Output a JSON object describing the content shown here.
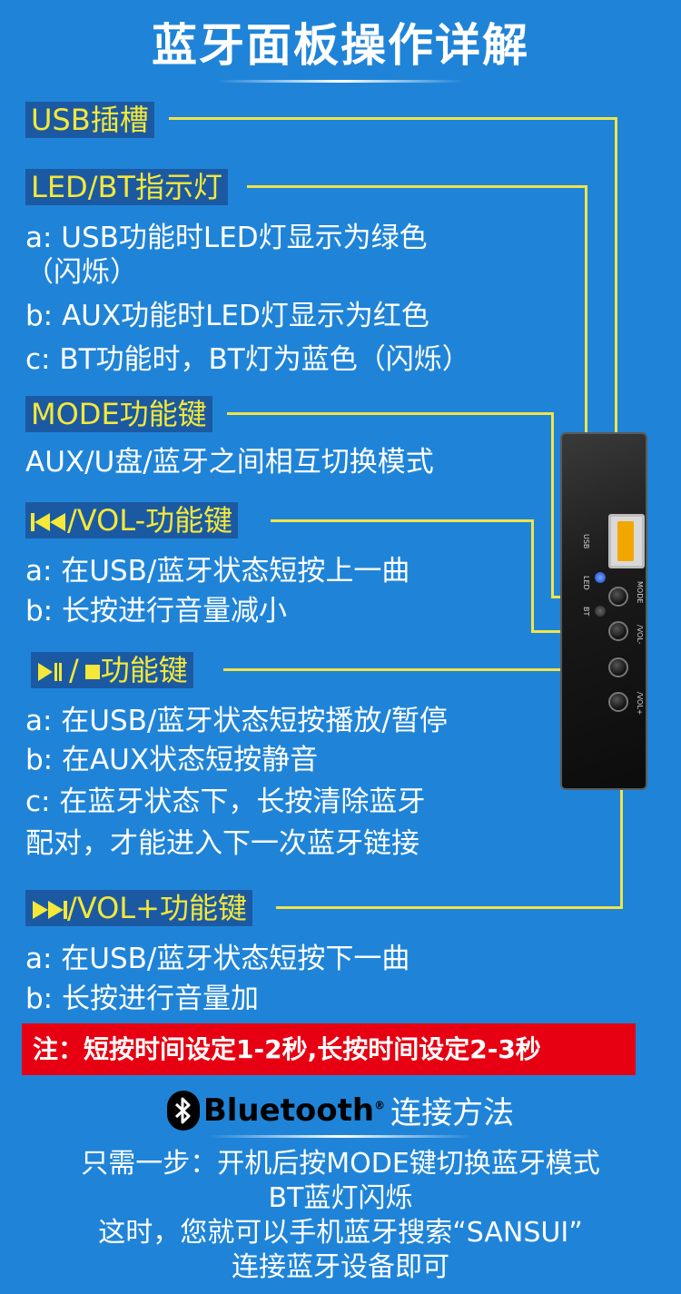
{
  "title": "蓝牙面板操作详解",
  "sections": {
    "usb": {
      "tag": "USB插槽"
    },
    "led": {
      "tag": "LED/BT指示灯",
      "lines": [
        "a: USB功能时LED灯显示为绿色",
        "（闪烁）",
        "b: AUX功能时LED灯显示为红色",
        "c: BT功能时，BT灯为蓝色（闪烁）"
      ]
    },
    "mode": {
      "tag": "MODE功能键",
      "lines": [
        "AUX/U盘/蓝牙之间相互切换模式"
      ]
    },
    "prev": {
      "tag": "/VOL-功能键",
      "lines": [
        "a: 在USB/蓝牙状态短按上一曲",
        "b: 长按进行音量减小"
      ]
    },
    "play": {
      "tag": "功能键",
      "separator": "/",
      "lines": [
        "a: 在USB/蓝牙状态短按播放/暂停",
        "b: 在AUX状态短按静音",
        "c: 在蓝牙状态下，长按清除蓝牙",
        "配对，才能进入下一次蓝牙链接"
      ]
    },
    "next": {
      "tag": "/VOL+功能键",
      "lines": [
        "a: 在USB/蓝牙状态短按下一曲",
        "b: 长按进行音量加"
      ]
    }
  },
  "panel_labels": {
    "usb": "USB",
    "led": "LED",
    "bt": "BT",
    "mode": "MODE",
    "prev": "/VOL-",
    "next": "/VOL+"
  },
  "note": "注：短按时间设定1-2秒,长按时间设定2-3秒",
  "bluetooth": {
    "brand": "Bluetooth",
    "reg": "®",
    "method": "连接方法"
  },
  "howto": [
    "只需一步：开机后按MODE键切换蓝牙模式",
    "BT蓝灯闪烁",
    "这时，您就可以手机蓝牙搜索“SANSUI”",
    "连接蓝牙设备即可"
  ],
  "colors": {
    "background": "#1f84d8",
    "tag_bg": "#1b5aa2",
    "tag_text": "#f5e839",
    "wire": "#f1e34a",
    "note_bg": "#e60012"
  },
  "icons": [
    "prev-track-icon",
    "play-pause-icon",
    "stop-icon",
    "next-track-icon",
    "bluetooth-icon"
  ]
}
